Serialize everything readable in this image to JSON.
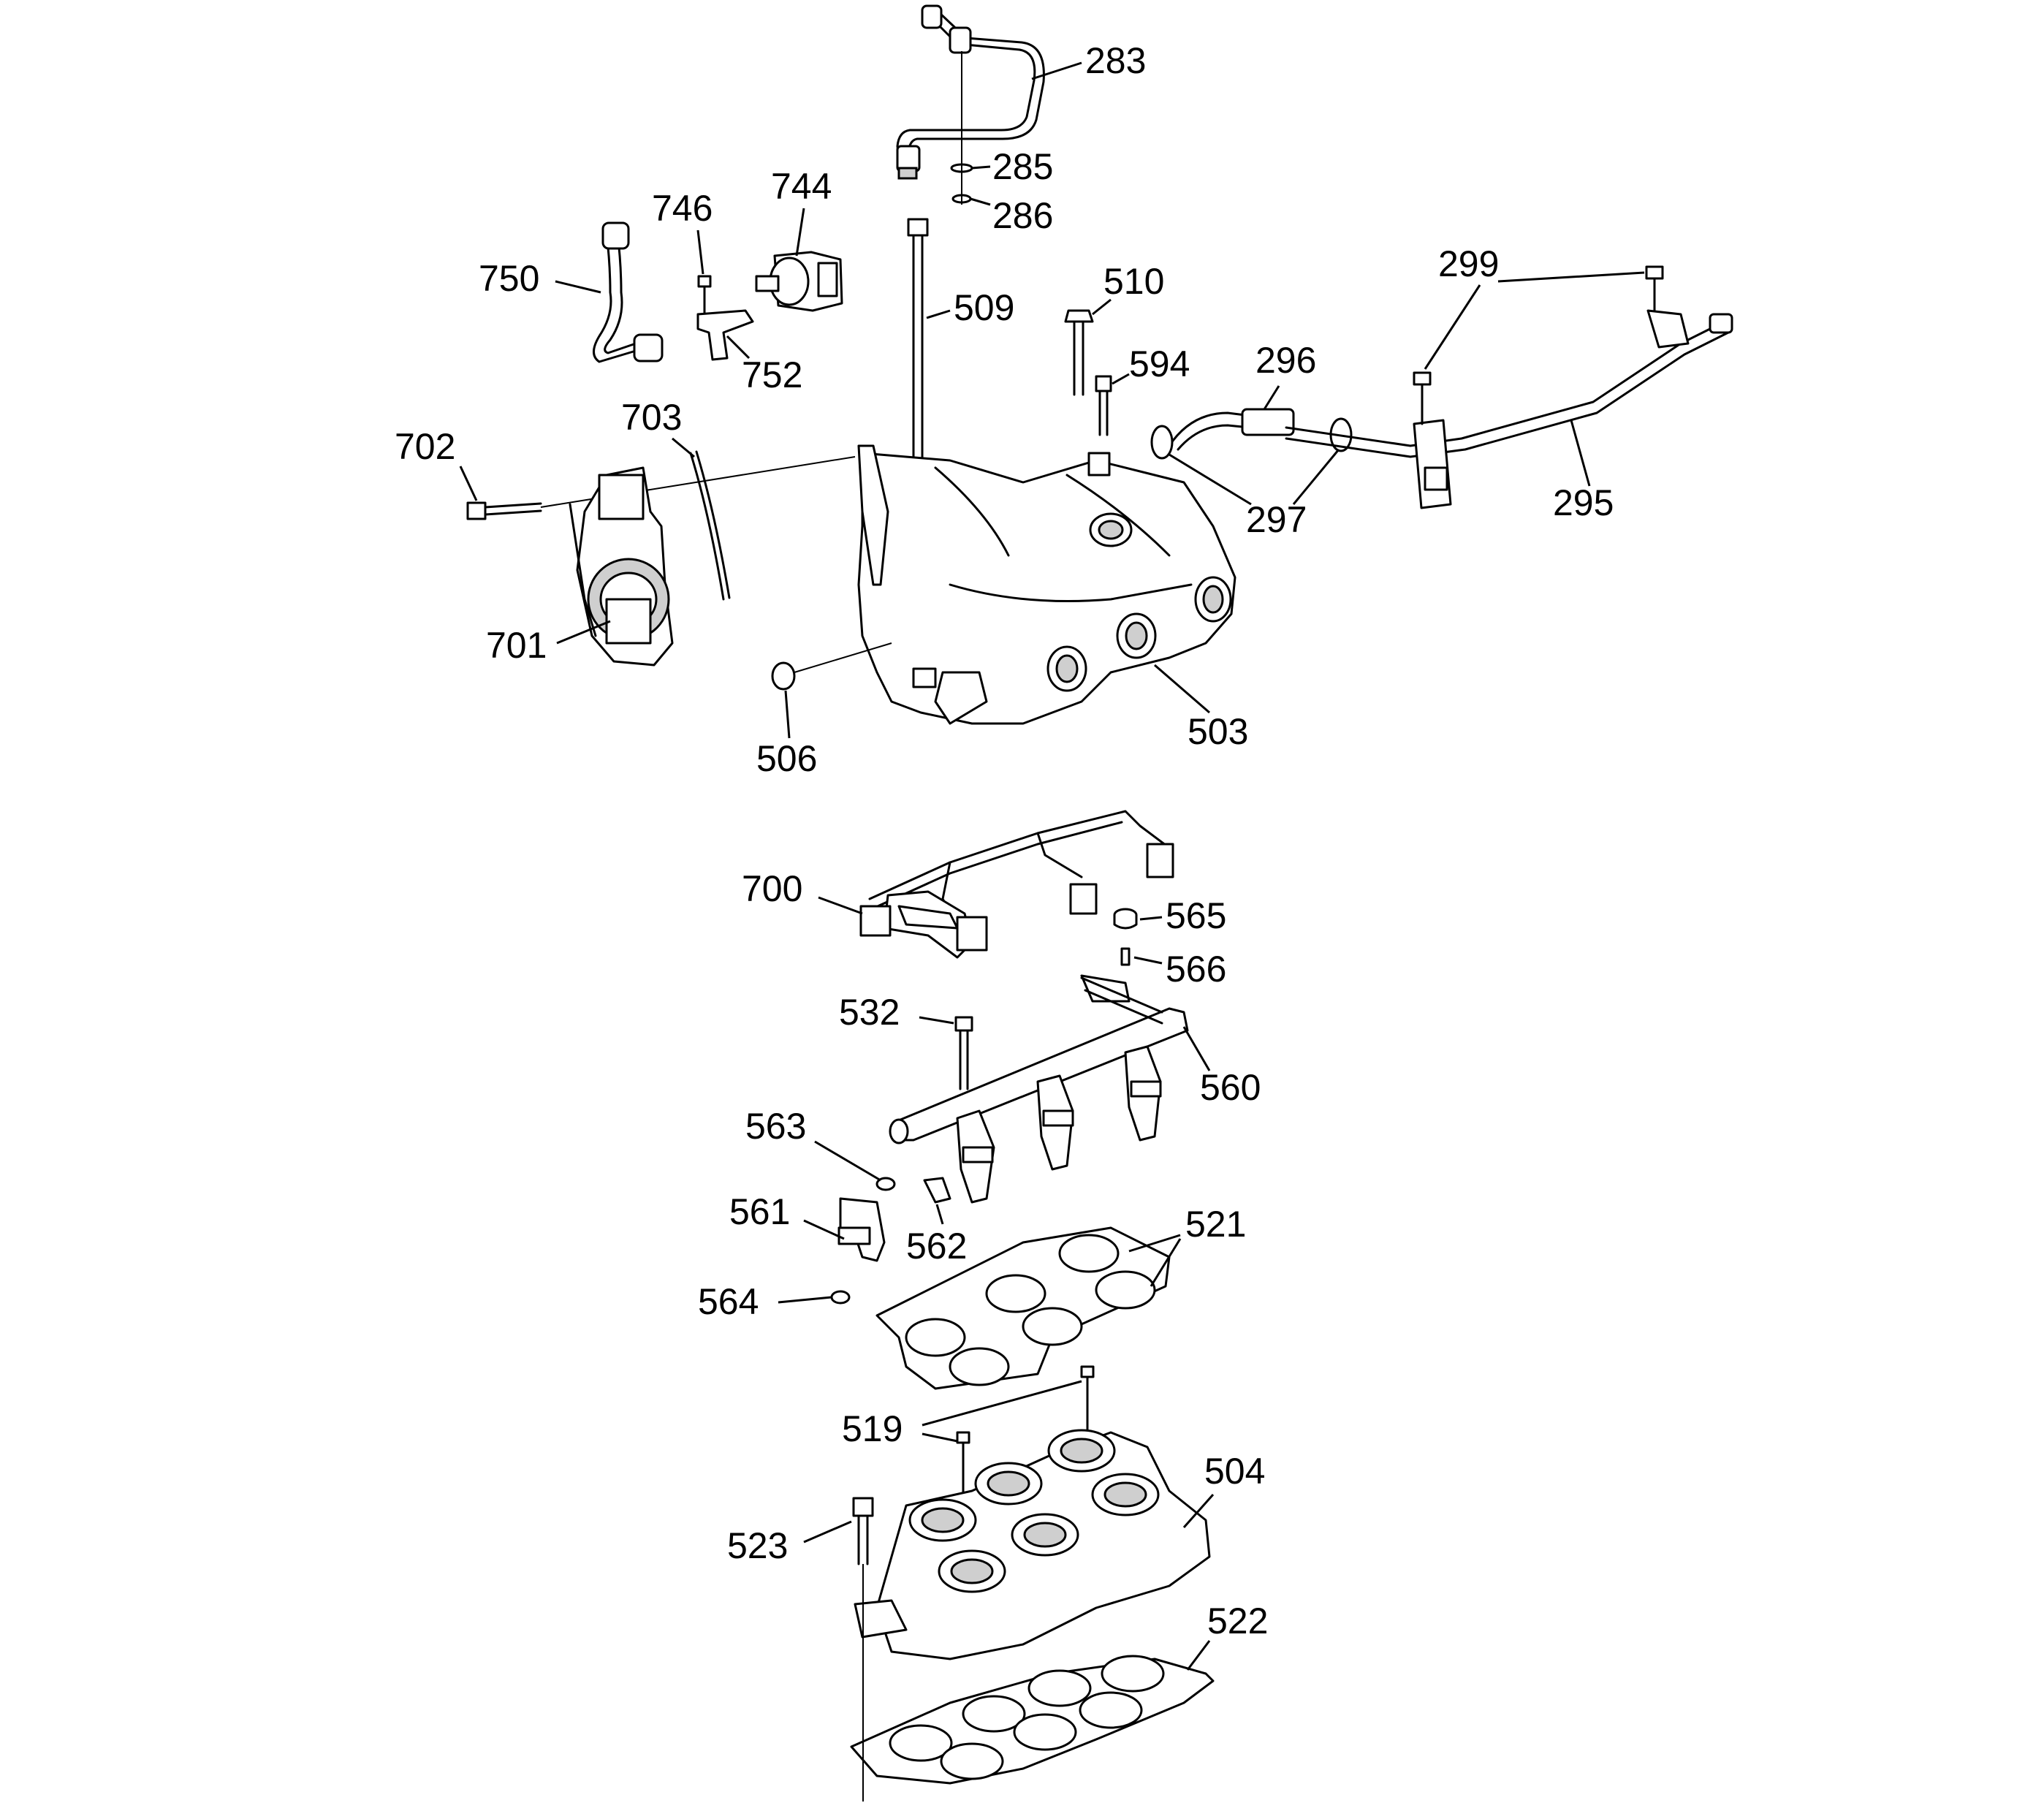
{
  "callouts": {
    "c283": "283",
    "c285": "285",
    "c286": "286",
    "c744": "744",
    "c746": "746",
    "c750": "750",
    "c752": "752",
    "c509": "509",
    "c510": "510",
    "c594": "594",
    "c296": "296",
    "c297": "297",
    "c299": "299",
    "c295": "295",
    "c702": "702",
    "c703": "703",
    "c701": "701",
    "c506": "506",
    "c503": "503",
    "c700": "700",
    "c565": "565",
    "c566": "566",
    "c532": "532",
    "c560": "560",
    "c563": "563",
    "c561": "561",
    "c562": "562",
    "c564": "564",
    "c521": "521",
    "c519": "519",
    "c504": "504",
    "c523": "523",
    "c522": "522"
  }
}
